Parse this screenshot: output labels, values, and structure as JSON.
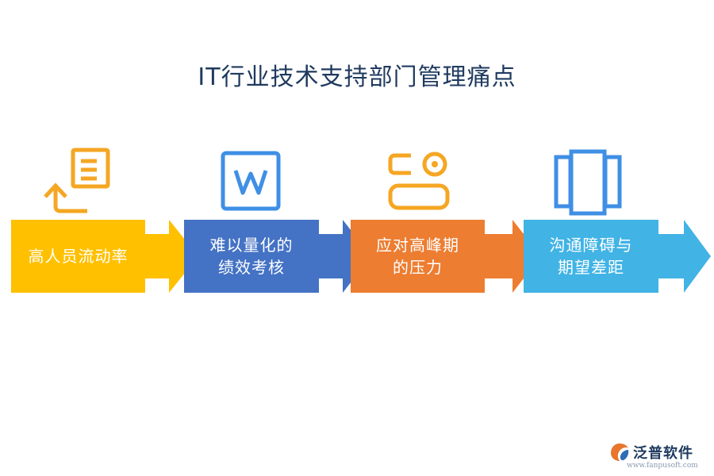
{
  "title": "IT行业技术支持部门管理痛点",
  "steps": [
    {
      "label": "高人员流动率",
      "color": "#FFC000",
      "icon": "return-document-icon"
    },
    {
      "label": "难以量化的\n绩效考核",
      "color": "#4472C4",
      "icon": "word-document-icon"
    },
    {
      "label": "应对高峰期\n的压力",
      "color": "#ED7D31",
      "icon": "toggle-switch-icon"
    },
    {
      "label": "沟通障碍与\n期望差距",
      "color": "#41B3E5",
      "icon": "panels-icon"
    }
  ],
  "icon_color": "#F5A623",
  "icon_blue": "#3F8FE5",
  "logo": {
    "name": "泛普软件",
    "url": "www.fanpusoft.com"
  }
}
